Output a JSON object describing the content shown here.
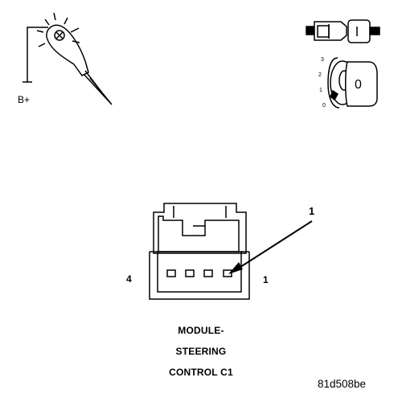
{
  "labels": {
    "battery": "B+",
    "pin_left": "4",
    "pin_right": "1",
    "callout": "1",
    "caption_line1": "MODULE-",
    "caption_line2": "STEERING",
    "caption_line3": "CONTROL C1",
    "figure_id": "81d508be"
  },
  "ignition": {
    "positions": [
      "3",
      "2",
      "1",
      "0"
    ],
    "key_face": "0"
  },
  "icons": {
    "probe": "test-light-probe-icon",
    "key": "ignition-key-icon",
    "switch": "ignition-switch-icon",
    "connector": "connector-face-icon"
  }
}
